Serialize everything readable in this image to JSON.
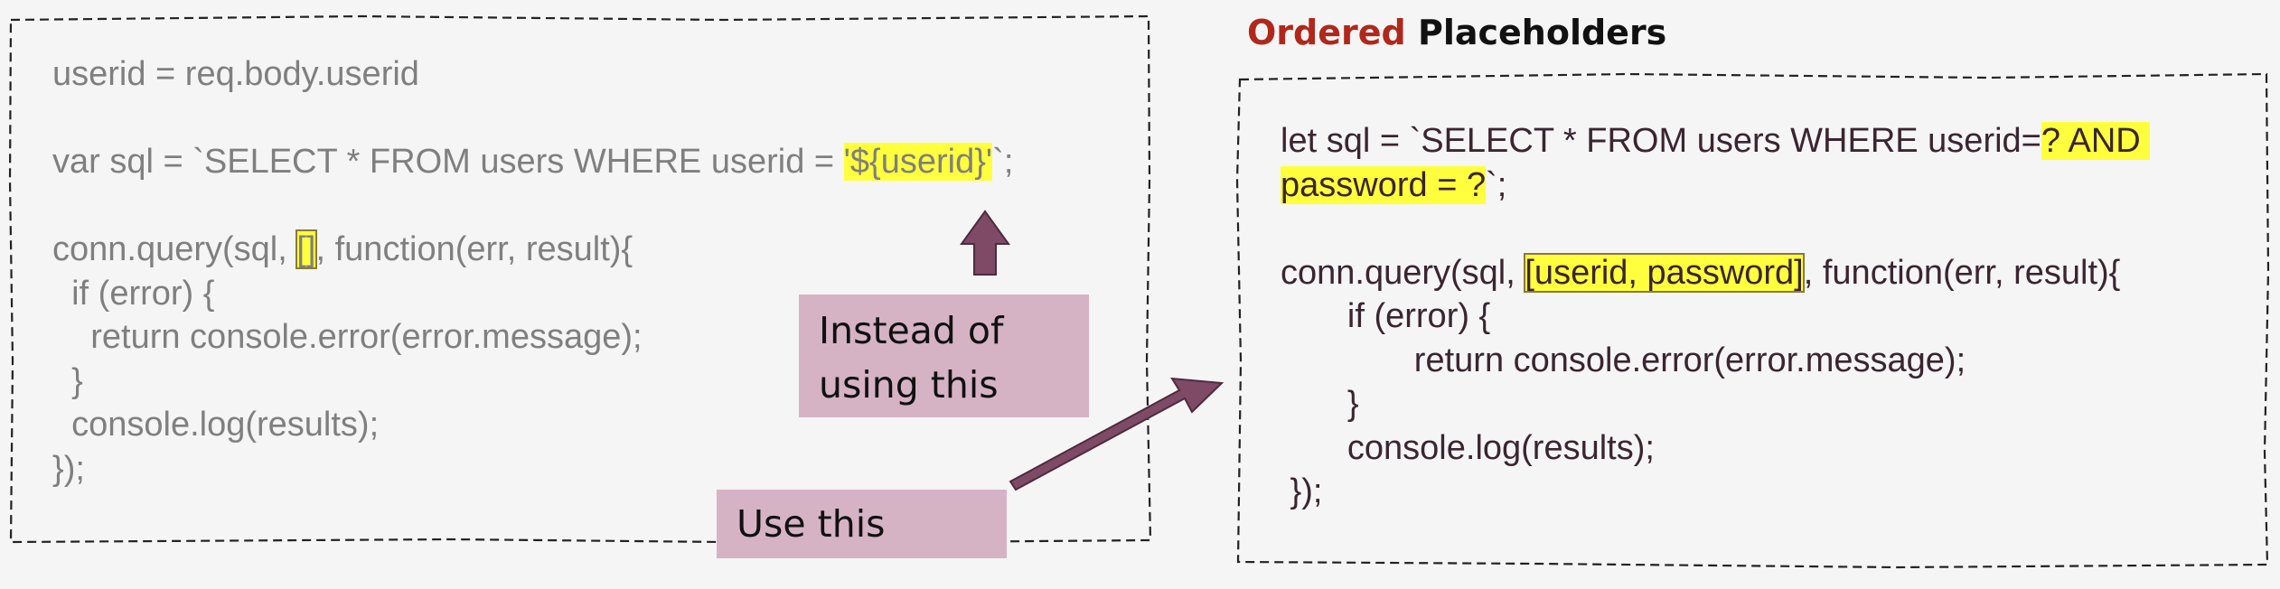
{
  "left_panel": {
    "line1": "userid = req.body.userid",
    "line2_pre": "var sql = `SELECT * FROM users WHERE userid = ",
    "line2_hl": "'${userid}'",
    "line2_post": "`;",
    "line3_pre": "conn.query(sql, ",
    "line3_hl": "[]",
    "line3_post": ", function(err, result){",
    "line4": "  if (error) {",
    "line5": "    return console.error(error.message);",
    "line6": "  }",
    "line7": "  console.log(results);",
    "line8": "});"
  },
  "title": {
    "accent": "Ordered",
    "rest": " Placeholders",
    "accent_color": "#b0281c"
  },
  "right_panel": {
    "line1_pre": "let sql = `SELECT * FROM users WHERE userid=",
    "line1_hl": "? AND ",
    "line2_hl": "password = ?",
    "line2_post": "`;",
    "line3_pre": "conn.query(sql, ",
    "line3_hl": "[userid, password]",
    "line3_post": ", function(err, result){",
    "line4": "       if (error) {",
    "line5": "              return console.error(error.message);",
    "line6": "       }",
    "line7": "       console.log(results);",
    "line8": " });"
  },
  "callouts": {
    "instead": "Instead of\nusing this",
    "use": "Use this",
    "fill": "#d6b3c4"
  },
  "colors": {
    "highlight": "#ffff3d",
    "arrow": "#7e4a66",
    "left_text": "#7f7f7f",
    "right_text": "#3a2530"
  }
}
